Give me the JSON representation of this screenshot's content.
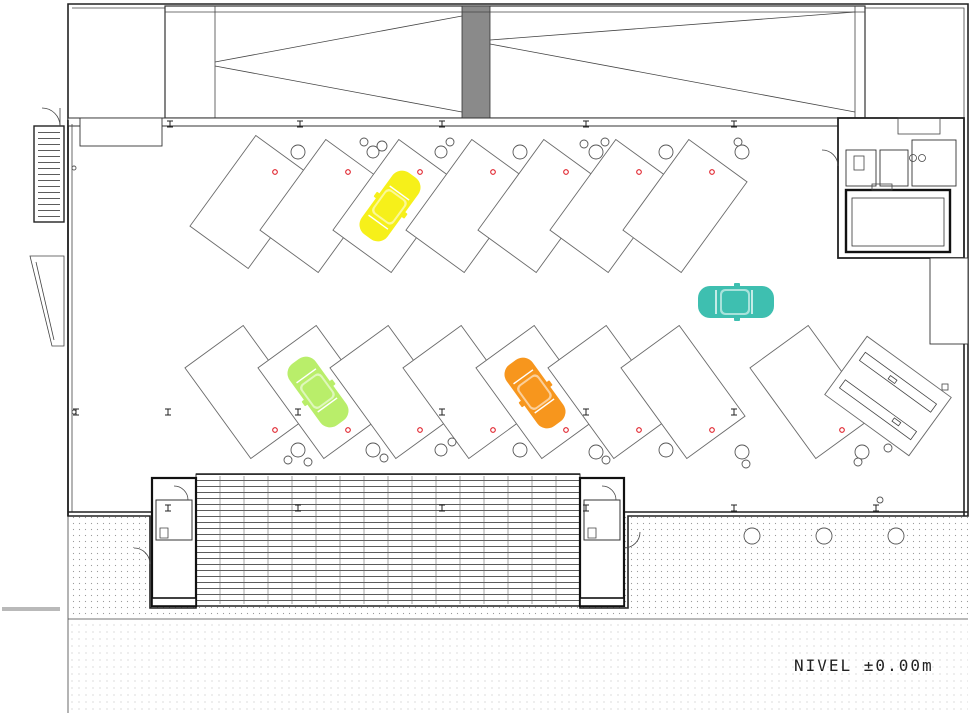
{
  "level_label": "NIVEL ±0.00m",
  "colors": {
    "car_yellow": "#f6f01a",
    "car_green": "#b9ee6a",
    "car_orange": "#f7961d",
    "car_teal": "#3ebfb0",
    "marker_red": "#e0202a",
    "stair_gray": "#999999"
  },
  "cars": [
    {
      "name": "yellow-car",
      "color": "car_yellow"
    },
    {
      "name": "green-car",
      "color": "car_green"
    },
    {
      "name": "orange-car",
      "color": "car_orange"
    },
    {
      "name": "teal-car",
      "color": "car_teal"
    }
  ],
  "icons": [
    "stair-symbol",
    "car-symbol",
    "column-symbol",
    "marker-symbol"
  ]
}
